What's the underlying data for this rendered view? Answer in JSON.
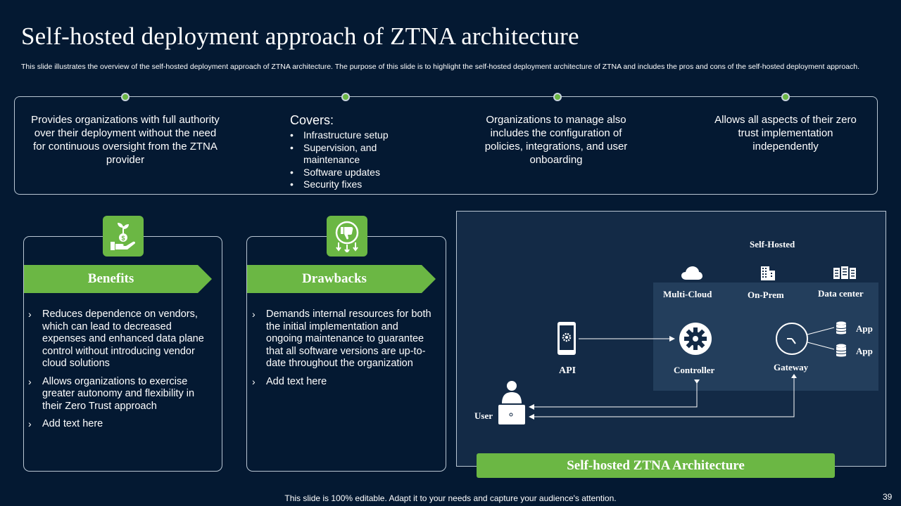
{
  "title": "Self-hosted deployment approach of ZTNA architecture",
  "subtitle": "This slide illustrates the overview of the self-hosted deployment approach of ZTNA architecture. The purpose of this slide is to highlight the self-hosted deployment architecture of ZTNA and includes the pros and cons of the self-hosted deployment approach.",
  "features": {
    "col1": "Provides organizations with full authority over their deployment without the need for continuous oversight from the ZTNA provider",
    "covers_title": "Covers:",
    "covers_items": [
      "Infrastructure setup",
      "Supervision, and maintenance",
      "Software updates",
      "Security fixes"
    ],
    "col3": "Organizations to manage also includes the configuration of policies, integrations, and user onboarding",
    "col4": "Allows all aspects of their zero trust implementation independently"
  },
  "benefits": {
    "title": "Benefits",
    "points": [
      "Reduces dependence on vendors, which can lead to decreased expenses and enhanced data plane control without introducing vendor cloud solutions",
      "Allows organizations to exercise greater autonomy and flexibility in their Zero Trust approach",
      "Add text here"
    ]
  },
  "drawbacks": {
    "title": "Drawbacks",
    "points": [
      "Demands internal resources for both the initial implementation and ongoing maintenance to guarantee that all software versions are up-to-date throughout the organization",
      "Add text here"
    ]
  },
  "architecture": {
    "self_hosted": "Self-Hosted",
    "multi_cloud": "Multi-Cloud",
    "on_prem": "On-Prem",
    "data_center": "Data center",
    "api": "API",
    "controller": "Controller",
    "gateway": "Gateway",
    "app1": "App",
    "app2": "App",
    "user": "User",
    "caption": "Self-hosted ZTNA Architecture"
  },
  "footer": "This slide is 100% editable. Adapt it to your needs and capture your audience's attention.",
  "page_number": "39",
  "colors": {
    "background": "#041932",
    "accent_green": "#6bb744",
    "panel": "#132a46",
    "inner_panel": "#233e5c"
  }
}
